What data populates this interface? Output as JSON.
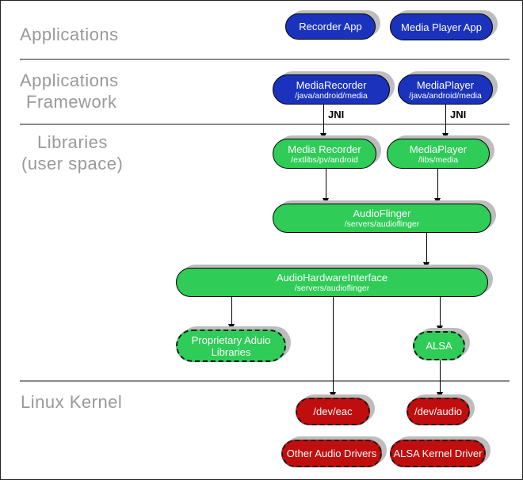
{
  "layers": {
    "applications": "Applications",
    "framework_l1": "Applications",
    "framework_l2": "Framework",
    "libraries_l1": "Libraries",
    "libraries_l2": "(user space)",
    "kernel": "Linux Kernel"
  },
  "labels": {
    "jni": "JNI"
  },
  "nodes": {
    "recorder_app": {
      "title": "Recorder App"
    },
    "media_player_app": {
      "title": "Media Player App"
    },
    "media_recorder_fw": {
      "title": "MediaRecorder",
      "path": "/java/android/media"
    },
    "media_player_fw": {
      "title": "MediaPlayer",
      "path": "/java/android/media"
    },
    "media_recorder_lib": {
      "title": "Media Recorder",
      "path": "/extlibs/pv/android"
    },
    "media_player_lib": {
      "title": "MediaPlayer",
      "path": "/libs/media"
    },
    "audioflinger": {
      "title": "AudioFlinger",
      "path": "/servers/audioflinger"
    },
    "audio_hardware_interface": {
      "title": "AudioHardwareInterface",
      "path": "/servers/audioflinger"
    },
    "proprietary_audio_libraries": {
      "title": "Proprietary Aduio Libraries"
    },
    "alsa": {
      "title": "ALSA"
    },
    "dev_eac": {
      "title": "/dev/eac"
    },
    "dev_audio": {
      "title": "/dev/audio"
    },
    "other_audio_drivers": {
      "title": "Other Audio Drivers"
    },
    "alsa_kernel_driver": {
      "title": "ALSA Kernel Driver"
    }
  },
  "colors": {
    "applications_blue": "#1b33bc",
    "libraries_green": "#2fcc57",
    "kernel_red": "#c00d0d",
    "shadow_gray": "#bdbdbd",
    "layer_label_gray": "#999999",
    "divider_gray": "#8a8a8a"
  }
}
